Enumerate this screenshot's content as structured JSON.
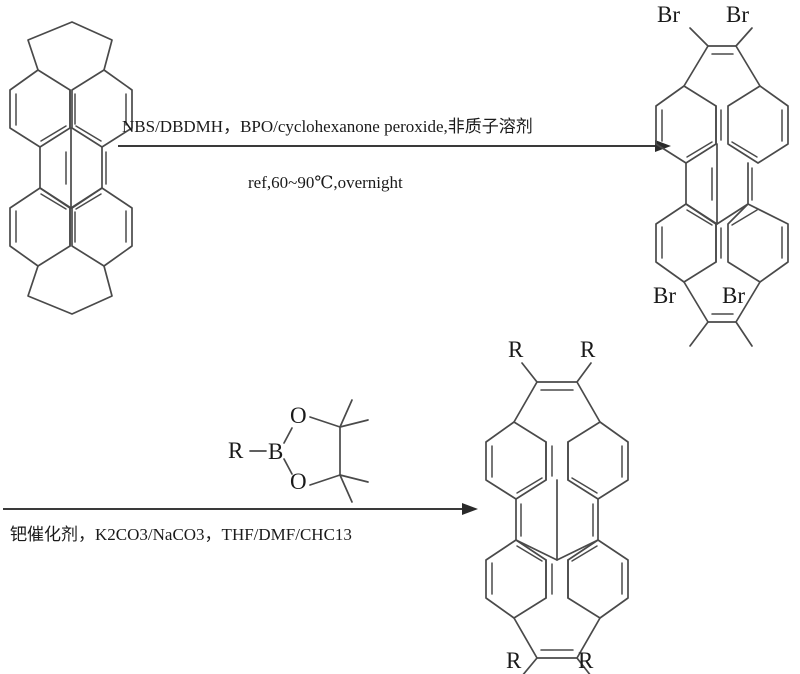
{
  "document": {
    "type": "chemical-reaction-scheme",
    "background": "#ffffff",
    "line_color": "#4a4a4a"
  },
  "reaction_1": {
    "reagents_line": "NBS/DBDMH，BPO/cyclohexanone peroxide,非质子溶剂",
    "conditions_line": "ref,60~90℃,overnight",
    "arrow": "right-arrow",
    "reactant": {
      "name": "tetrahydro-diindeno-perylene",
      "substituent_labels": []
    },
    "product": {
      "name": "tetrabromo-diindeno-perylene",
      "substituent_labels": [
        "Br",
        "Br",
        "Br",
        "Br"
      ]
    }
  },
  "reaction_2": {
    "reagent_structure": {
      "name": "pinacol-boronate-ester",
      "labels": {
        "r_group": "R",
        "boron": "B",
        "oxygen_top": "O",
        "oxygen_bottom": "O"
      }
    },
    "conditions_line": "钯催化剂，K2CO3/NaCO3，THF/DMF/CHC13",
    "arrow": "right-arrow",
    "product": {
      "name": "tetra-R-substituted-diindeno-perylene",
      "substituent_labels": [
        "R",
        "R",
        "R",
        "R"
      ]
    }
  }
}
